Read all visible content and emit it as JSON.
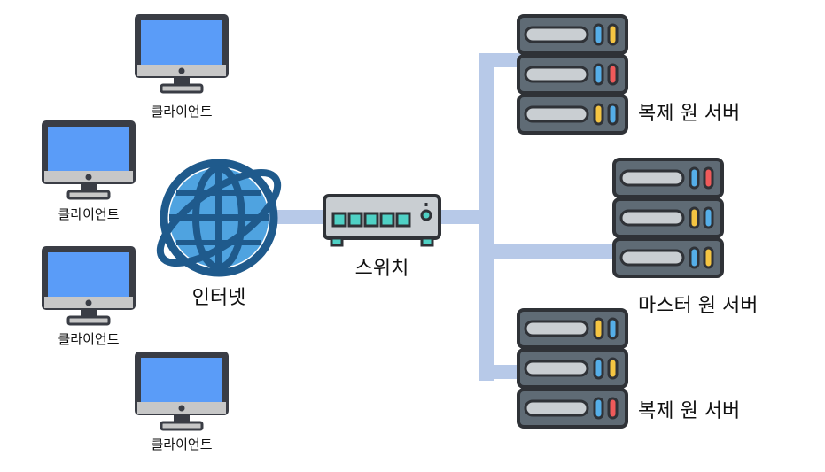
{
  "diagram": {
    "clients": [
      {
        "label": "클라이언트"
      },
      {
        "label": "클라이언트"
      },
      {
        "label": "클라이언트"
      },
      {
        "label": "클라이언트"
      }
    ],
    "internet": {
      "label": "인터넷",
      "icon": "globe-icon"
    },
    "switch": {
      "label": "스위치",
      "icon": "network-switch-icon"
    },
    "servers": [
      {
        "label": "복제 원 서버",
        "role": "replica"
      },
      {
        "label": "마스터 원 서버",
        "role": "master"
      },
      {
        "label": "복제 원 서버",
        "role": "replica"
      }
    ],
    "colors": {
      "link": "#b7c9e8",
      "screen": "#5a9cf8",
      "bezel": "#3a3d45",
      "monitor_base": "#c7c7c7",
      "globe_dark": "#1f5a8c",
      "globe_light": "#4fa3e0",
      "server_body": "#5f6b75",
      "server_face": "#c9ced2",
      "led_blue": "#55aee8",
      "led_yellow": "#f5c542",
      "led_red": "#ef5a5a",
      "port_teal": "#4fd1c5"
    }
  }
}
